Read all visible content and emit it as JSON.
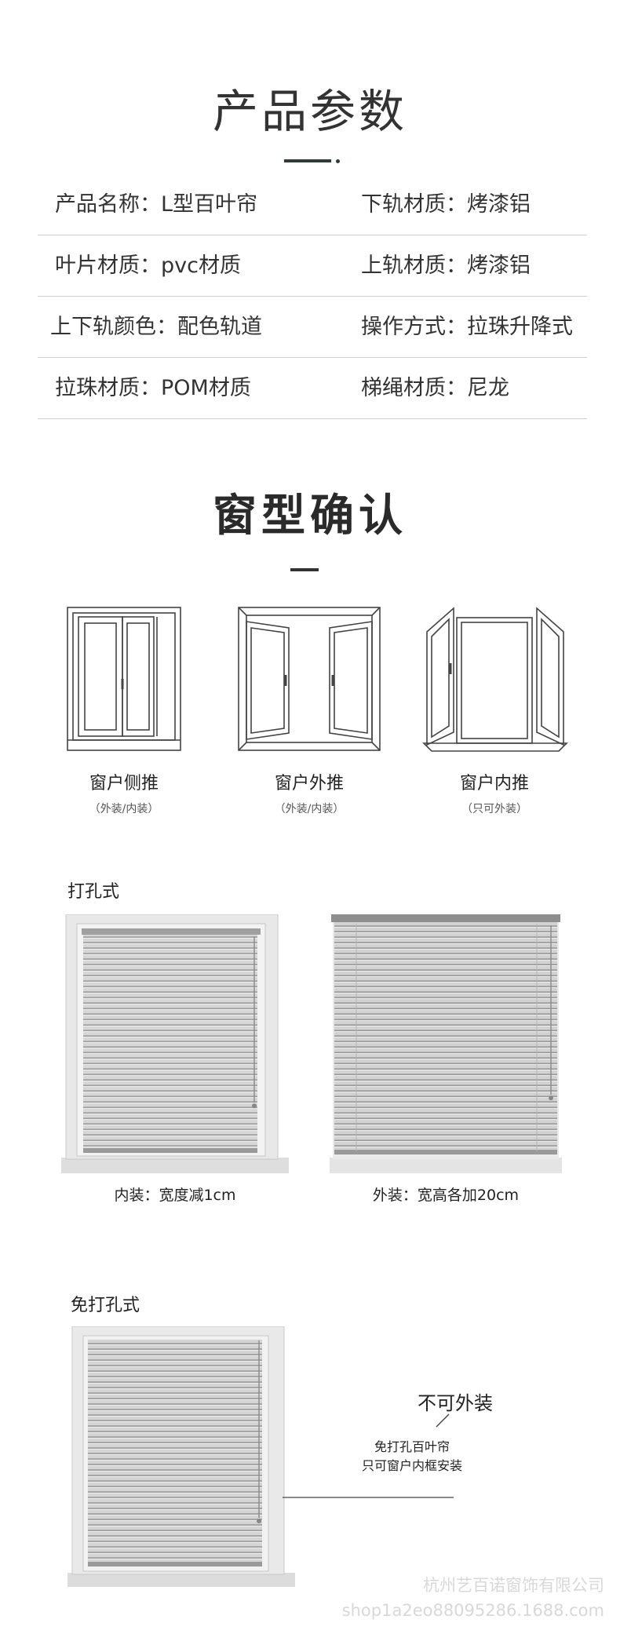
{
  "params": {
    "title": "产品参数",
    "rows": [
      {
        "left": "产品名称：L型百叶帘",
        "right": "下轨材质：烤漆铝"
      },
      {
        "left": "叶片材质：pvc材质",
        "right": "上轨材质：烤漆铝"
      },
      {
        "left": "上下轨颜色：配色轨道",
        "right": "操作方式：拉珠升降式"
      },
      {
        "left": "拉珠材质：POM材质",
        "right": "梯绳材质：尼龙"
      }
    ]
  },
  "window_types": {
    "title": "窗型确认",
    "items": [
      {
        "name": "窗户侧推",
        "note": "（外装/内装）",
        "icon": "sliding-window-icon"
      },
      {
        "name": "窗户外推",
        "note": "（外装/内装）",
        "icon": "outward-casement-window-icon"
      },
      {
        "name": "窗户内推",
        "note": "（只可外装）",
        "icon": "inward-casement-window-icon"
      }
    ]
  },
  "drilled": {
    "label": "打孔式",
    "inside_caption": "内装：宽度减1cm",
    "outside_caption": "外装：宽高各加20cm"
  },
  "no_drill": {
    "label": "免打孔式",
    "note_title": "不可外装",
    "note_line1": "免打孔百叶帘",
    "note_line2": "只可窗户内框安装"
  },
  "watermark": {
    "company": "杭州艺百诺窗饰有限公司",
    "url": "shop1a2eo88095286.1688.com"
  },
  "colors": {
    "accent": "#2c3e33",
    "divider": "#cfcfcf",
    "text": "#333333"
  }
}
